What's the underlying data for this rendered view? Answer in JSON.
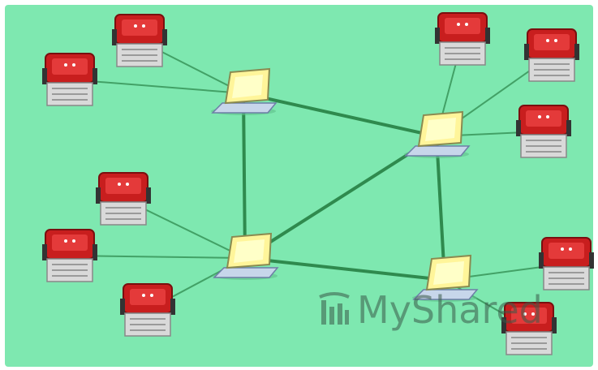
{
  "diagram": {
    "background_color": "#7ee8b0",
    "link_color": "#2f8a4e",
    "hub_color": "#fff59a",
    "peer_color": "#c81e1e",
    "hubs": [
      {
        "id": "hub-top-left",
        "icon": "laptop-icon"
      },
      {
        "id": "hub-top-right",
        "icon": "laptop-icon"
      },
      {
        "id": "hub-bottom-left",
        "icon": "laptop-icon"
      },
      {
        "id": "hub-bottom-right",
        "icon": "laptop-icon"
      }
    ],
    "peers": [
      {
        "id": "peer-1",
        "hub": "hub-top-left",
        "icon": "computer-terminal-icon"
      },
      {
        "id": "peer-2",
        "hub": "hub-top-left",
        "icon": "computer-terminal-icon"
      },
      {
        "id": "peer-3",
        "hub": "hub-top-right",
        "icon": "computer-terminal-icon"
      },
      {
        "id": "peer-4",
        "hub": "hub-top-right",
        "icon": "computer-terminal-icon"
      },
      {
        "id": "peer-5",
        "hub": "hub-top-right",
        "icon": "computer-terminal-icon"
      },
      {
        "id": "peer-6",
        "hub": "hub-bottom-left",
        "icon": "computer-terminal-icon"
      },
      {
        "id": "peer-7",
        "hub": "hub-bottom-left",
        "icon": "computer-terminal-icon"
      },
      {
        "id": "peer-8",
        "hub": "hub-bottom-left",
        "icon": "computer-terminal-icon"
      },
      {
        "id": "peer-9",
        "hub": "hub-bottom-right",
        "icon": "computer-terminal-icon"
      },
      {
        "id": "peer-10",
        "hub": "hub-bottom-right",
        "icon": "computer-terminal-icon"
      }
    ],
    "hub_links": [
      [
        "hub-top-left",
        "hub-top-right"
      ],
      [
        "hub-top-left",
        "hub-bottom-left"
      ],
      [
        "hub-top-right",
        "hub-bottom-left"
      ],
      [
        "hub-top-right",
        "hub-bottom-right"
      ],
      [
        "hub-bottom-left",
        "hub-bottom-right"
      ]
    ]
  },
  "watermark": {
    "text": "MyShared",
    "icon": "myshared-logo-icon"
  }
}
